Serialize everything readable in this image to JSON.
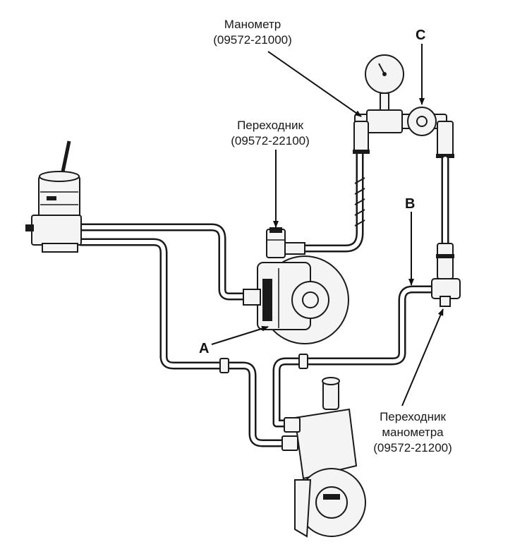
{
  "labels": {
    "gauge": {
      "name": "Манометр",
      "code": "(09572-21000)"
    },
    "adapter": {
      "name": "Переходник",
      "code": "(09572-22100)"
    },
    "gauge_adapter": {
      "line1": "Переходник",
      "line2": "манометра",
      "code": "(09572-21200)"
    },
    "letters": {
      "a": "A",
      "b": "B",
      "c": "C"
    }
  }
}
